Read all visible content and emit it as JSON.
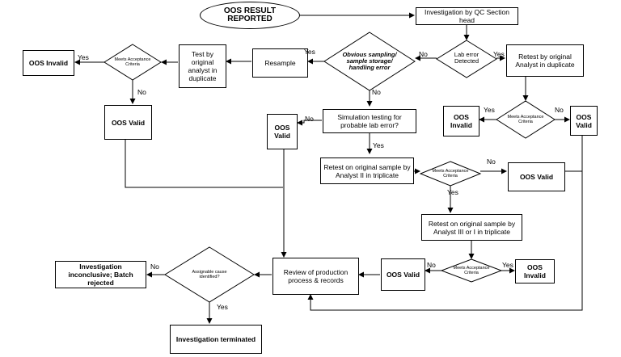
{
  "nodes": {
    "oos_reported": "OOS RESULT REPORTED",
    "investigation_qc": "Investigation by QC Section head",
    "lab_error": "Lab error Detected",
    "retest_original": "Retest by original Analyst in duplicate",
    "obvious_error": "Obvious sampling/ sample storage/ handling error",
    "resample": "Resample",
    "test_original": "Test by original analyst in duplicate",
    "meets_left": "Meets Acceptance Criteria",
    "oos_invalid_left": "OOS Invalid",
    "oos_valid_left": "OOS Valid",
    "simulation": "Simulation testing for probable lab error?",
    "oos_valid_sim": "OOS Valid",
    "meets_right": "Meets Acceptance Criteria",
    "oos_invalid_right": "OOS Invalid",
    "oos_valid_right": "OOS Valid",
    "retest_analyst2": "Retest on original sample by Analyst II in triplicate",
    "meets_mid": "Meets Acceptance Criteria",
    "oos_valid_mid": "OOS Valid",
    "retest_analyst3": "Retest on original sample by Analyst III or I in triplicate",
    "meets_bottom": "Meets Acceptance Criteria",
    "oos_valid_bottom": "OOS Valid",
    "oos_invalid_bottom": "OOS Invalid",
    "review": "Review of production process & records",
    "assignable": "Assignable cause identified?",
    "inconclusive": "Investigation inconclusive; Batch rejected",
    "terminated": "Investigation terminated"
  },
  "labels": {
    "yes": "Yes",
    "no": "No"
  }
}
